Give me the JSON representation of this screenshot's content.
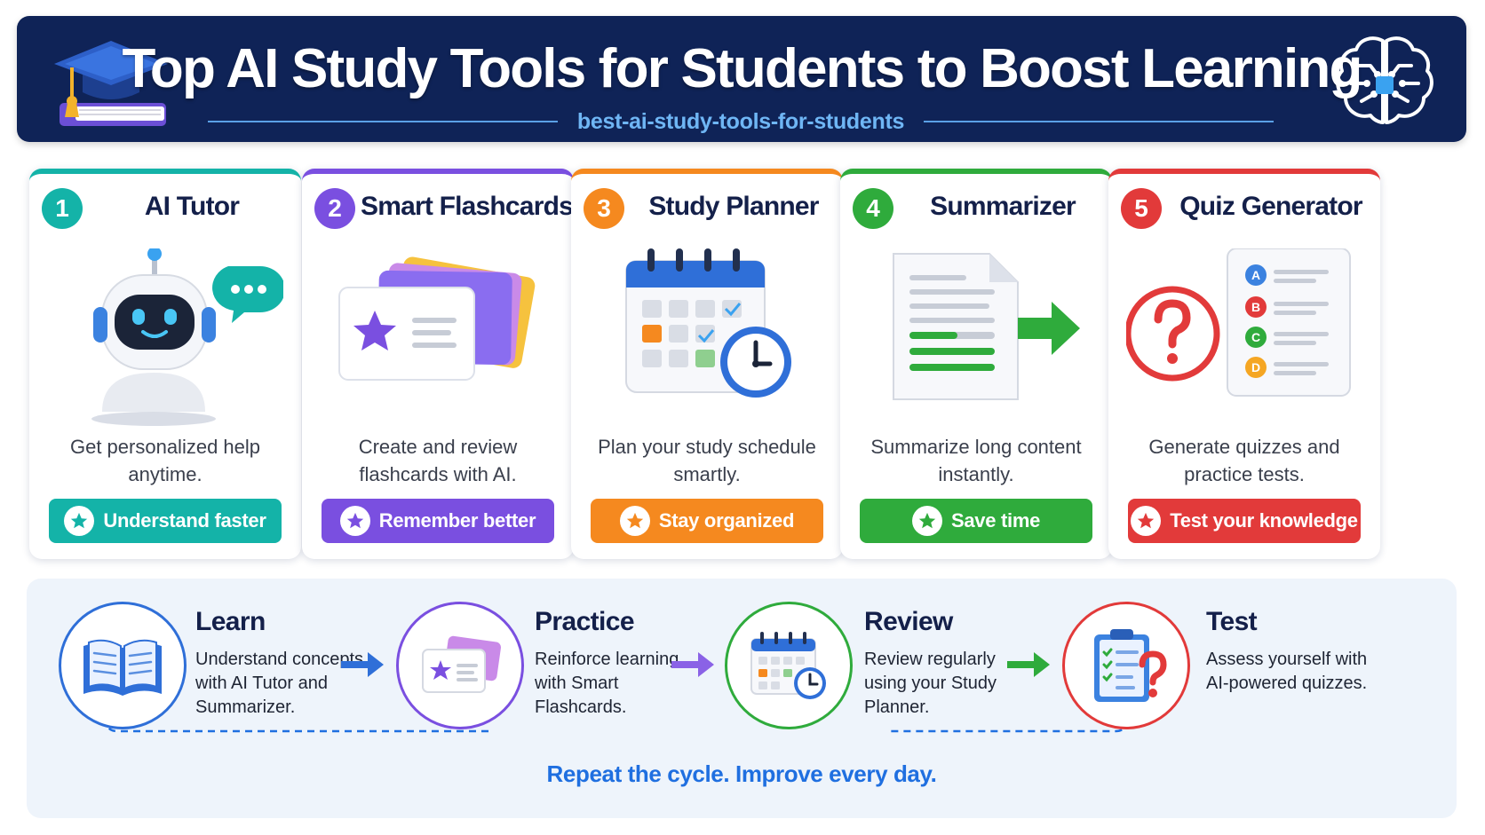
{
  "header": {
    "title": "Top AI Study Tools for Students to Boost Learning",
    "slug": "best-ai-study-tools-for-students"
  },
  "tools": [
    {
      "number": "1",
      "name": "AI Tutor",
      "description": "Get personalized help anytime.",
      "benefit": "Understand faster",
      "accent": "#14b3a8",
      "icon": "robot-icon"
    },
    {
      "number": "2",
      "name": "Smart Flashcards",
      "description": "Create and review flashcards with AI.",
      "benefit": "Remember better",
      "accent": "#7a4fe0",
      "icon": "flashcards-icon"
    },
    {
      "number": "3",
      "name": "Study Planner",
      "description": "Plan your study schedule smartly.",
      "benefit": "Stay organized",
      "accent": "#f5891f",
      "icon": "calendar-clock-icon"
    },
    {
      "number": "4",
      "name": "Summarizer",
      "description": "Summarize long content instantly.",
      "benefit": "Save time",
      "accent": "#2fab3c",
      "icon": "document-summary-icon"
    },
    {
      "number": "5",
      "name": "Quiz Generator",
      "description": "Generate quizzes and practice tests.",
      "benefit": "Test your knowledge",
      "accent": "#e23a3a",
      "icon": "quiz-icon"
    }
  ],
  "cycle": {
    "steps": [
      {
        "title": "Learn",
        "text": "Understand concepts with AI Tutor and Summarizer.",
        "color": "#2f6fd8",
        "icon": "open-book-icon"
      },
      {
        "title": "Practice",
        "text": "Reinforce learning with Smart Flashcards.",
        "color": "#7a4fe0",
        "icon": "flashcard-icon"
      },
      {
        "title": "Review",
        "text": "Review regularly using your Study Planner.",
        "color": "#2fab3c",
        "icon": "calendar-icon"
      },
      {
        "title": "Test",
        "text": "Assess yourself with AI-powered quizzes.",
        "color": "#e23a3a",
        "icon": "clipboard-quiz-icon"
      }
    ],
    "repeat": "Repeat the cycle. Improve every day."
  }
}
